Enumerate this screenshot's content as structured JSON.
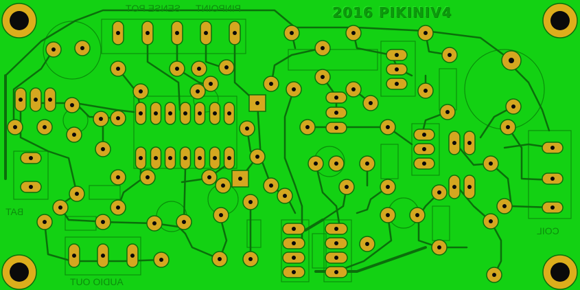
{
  "board": {
    "title": "2016  PIKINIV4",
    "labels": {
      "sense_pot": "SENSE POT",
      "pinpoint": "PINPOINT",
      "bat": "BAT",
      "coil": "COIL",
      "audio_out": "AUDIO OUT"
    }
  },
  "colors": {
    "board": "#13d113",
    "track": "#0b6e0b",
    "pad": "#d4a720",
    "drill": "#0a0a0a",
    "mount_pad": "#dcae1c",
    "silk": "#0a8f0a"
  },
  "icons": [
    "mounting-hole-icon",
    "pad-icon",
    "trace-icon"
  ]
}
